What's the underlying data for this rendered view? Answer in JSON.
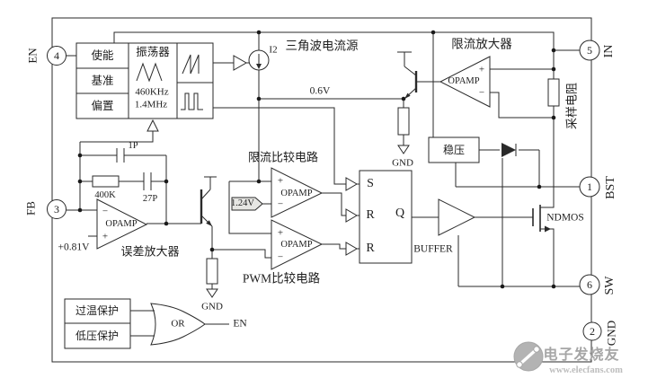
{
  "pins": {
    "en": {
      "number": "4",
      "name": "EN"
    },
    "fb": {
      "number": "3",
      "name": "FB"
    },
    "in": {
      "number": "5",
      "name": "IN"
    },
    "bst": {
      "number": "1",
      "name": "BST"
    },
    "sw": {
      "number": "6",
      "name": "SW"
    },
    "gnd": {
      "number": "2",
      "name": "GND"
    }
  },
  "control_block": {
    "enable": "使能",
    "reference": "基准",
    "bias": "偏置",
    "oscillator": "振荡器",
    "freq_low": "460KHz",
    "freq_high": "1.4MHz"
  },
  "labels": {
    "triangle_current_source": "三角波电流源",
    "i2": "I2",
    "v_0_6": "0.6V",
    "current_limit_amp": "限流放大器",
    "sense_resistor": "采样电阻",
    "current_limit_cmp": "限流比较电路",
    "pwm_cmp": "PWM比较电路",
    "error_amp": "误差放大器",
    "vref": "1.24V",
    "vref_fb": "+0.81V",
    "cap1": "1P",
    "res1": "400K",
    "cap2": "27P",
    "opamp": "OPAMP",
    "gnd": "GND",
    "regulator": "稳压",
    "buffer": "BUFFER",
    "ndmos": "NDMOS",
    "plus": "+",
    "minus": "−"
  },
  "latch": {
    "s": "S",
    "r1": "R",
    "r2": "R",
    "q": "Q"
  },
  "protection": {
    "over_temp": "过温保护",
    "under_voltage": "低压保护",
    "or": "OR",
    "en": "EN"
  },
  "watermark": {
    "site": "电子发烧友",
    "url": "www.elecfans.com"
  },
  "colors": {
    "line": "#2a2a2a",
    "tag_fill": "#e6e6e3",
    "watermark": "#a6a6a6"
  }
}
